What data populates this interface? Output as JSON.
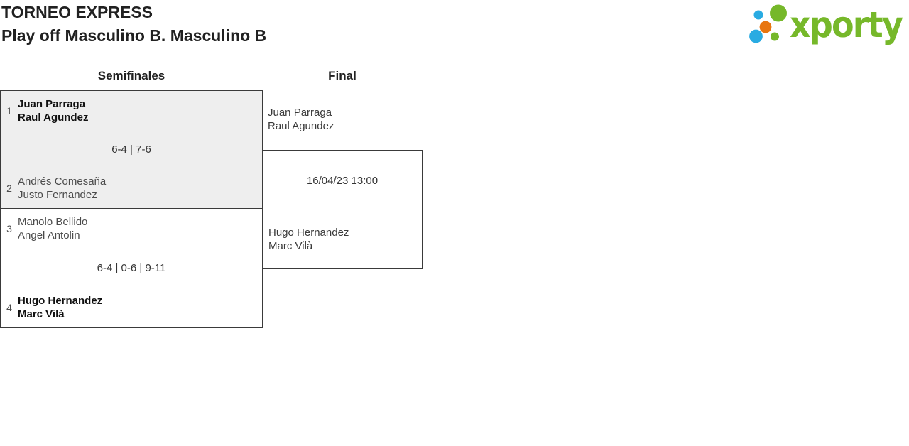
{
  "page": {
    "title": "TORNEO EXPRESS",
    "subtitle": "Play off Masculino B. Masculino B"
  },
  "logo": {
    "brand": "xporty",
    "colors": {
      "green": "#76b82a",
      "blue": "#29abe2",
      "orange": "#e8750f"
    }
  },
  "rounds": {
    "semifinals_label": "Semifinales",
    "final_label": "Final"
  },
  "semifinals": [
    {
      "score": "6-4 | 7-6",
      "teams": [
        {
          "seed": "1",
          "player1": "Juan Parraga",
          "player2": "Raul Agundez",
          "winner": true
        },
        {
          "seed": "2",
          "player1": "Andrés Comesaña",
          "player2": "Justo Fernandez",
          "winner": false
        }
      ]
    },
    {
      "score": "6-4 | 0-6 | 9-11",
      "teams": [
        {
          "seed": "3",
          "player1": "Manolo Bellido",
          "player2": "Angel Antolin",
          "winner": false
        },
        {
          "seed": "4",
          "player1": "Hugo Hernandez",
          "player2": "Marc Vilà",
          "winner": true
        }
      ]
    }
  ],
  "final": {
    "datetime": "16/04/23 13:00",
    "teams": [
      {
        "player1": "Juan Parraga",
        "player2": "Raul Agundez"
      },
      {
        "player1": "Hugo Hernandez",
        "player2": "Marc Vilà"
      }
    ]
  }
}
